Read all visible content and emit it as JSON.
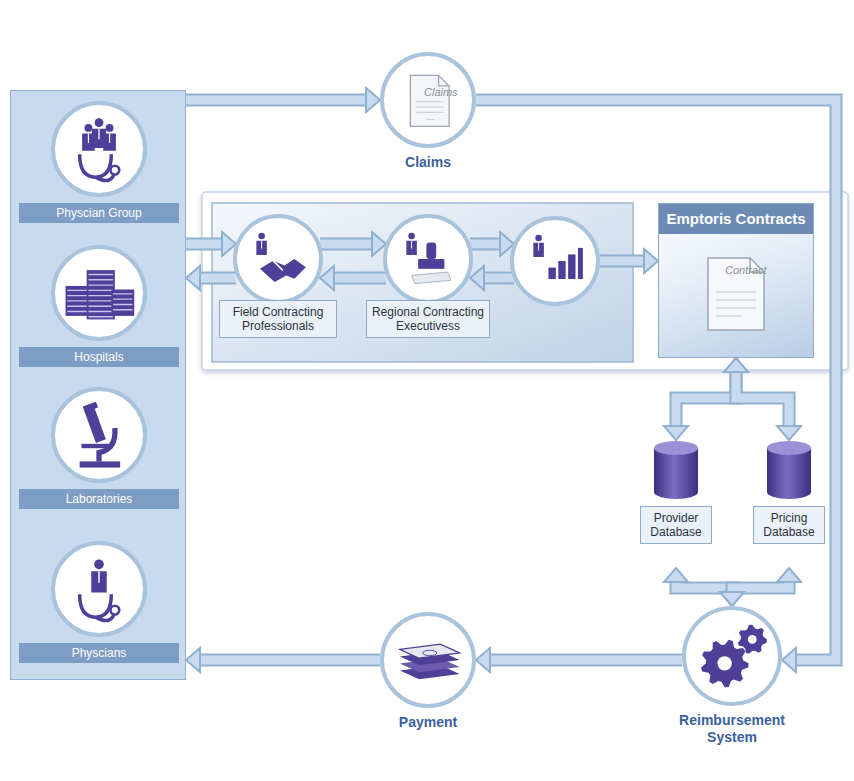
{
  "diagram": {
    "nodes": [
      {
        "text": []
      },
      {
        "text": [
          "Physcian Group"
        ],
        "in": 0
      },
      {
        "text": [
          "Hospitals"
        ],
        "in": 0
      },
      {
        "text": [
          "Laboratories"
        ],
        "in": 0
      },
      {
        "text": [
          "Physcians"
        ],
        "in": 0
      },
      {
        "text": [
          "Claims"
        ]
      },
      {
        "text": []
      },
      {
        "text": [
          "Field Contracting Professionals"
        ],
        "in": 6
      },
      {
        "text": [
          "Regional Contracting Executivess"
        ],
        "in": 6
      },
      {
        "text": [],
        "in": 6
      },
      {
        "text": [
          "Emptoris Contracts"
        ],
        "in": 6
      },
      {
        "text": [
          "Provider Database"
        ]
      },
      {
        "text": [
          "Pricing Database"
        ]
      },
      {
        "text": [
          "Reimbursement System"
        ]
      },
      {
        "text": [
          "Payment"
        ]
      }
    ],
    "edges": [
      {
        "from": 0,
        "to": 5,
        "arrow": "to"
      },
      {
        "from": 5,
        "to": 13,
        "arrow": "to"
      },
      {
        "from": 13,
        "to": 14,
        "arrow": "to"
      },
      {
        "from": 14,
        "to": 0,
        "arrow": "to"
      },
      {
        "from": 0,
        "to": 7,
        "arrow": "to"
      },
      {
        "from": 7,
        "to": 0,
        "arrow": "to"
      },
      {
        "from": 7,
        "to": 8,
        "arrow": "to"
      },
      {
        "from": 8,
        "to": 7,
        "arrow": "to"
      },
      {
        "from": 8,
        "to": 9,
        "arrow": "to"
      },
      {
        "from": 9,
        "to": 8,
        "arrow": "to"
      },
      {
        "from": 9,
        "to": 10,
        "arrow": "to"
      },
      {
        "from": 10,
        "to": 11,
        "arrow": "both"
      },
      {
        "from": 10,
        "to": 12,
        "arrow": "both"
      },
      {
        "from": 11,
        "to": 13,
        "arrow": "both"
      },
      {
        "from": 12,
        "to": 13,
        "arrow": "both"
      }
    ],
    "labels": [
      "Claims",
      "Contract"
    ]
  }
}
